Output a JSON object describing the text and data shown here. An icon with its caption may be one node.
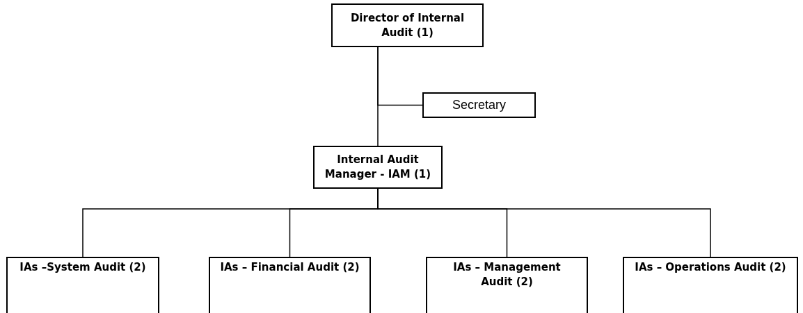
{
  "diagram": {
    "nodes": [
      {
        "text": [
          "Director of Internal Audit (1)"
        ]
      },
      {
        "text": [
          "Secretary"
        ]
      },
      {
        "text": [
          "Internal Audit Manager - IAM (1)"
        ]
      },
      {
        "text": [
          "IAs –System Audit (2)"
        ]
      },
      {
        "text": [
          "IAs – Financial Audit (2)"
        ]
      },
      {
        "text": [
          "IAs – Management Audit (2)"
        ]
      },
      {
        "text": [
          "IAs – Operations Audit (2)"
        ]
      }
    ],
    "edges": [
      {
        "from": 0,
        "to": 2,
        "arrow": "none"
      },
      {
        "from": 0,
        "to": 1,
        "arrow": "none"
      },
      {
        "from": 2,
        "to": 3,
        "arrow": "none"
      },
      {
        "from": 2,
        "to": 4,
        "arrow": "none"
      },
      {
        "from": 2,
        "to": 5,
        "arrow": "none"
      },
      {
        "from": 2,
        "to": 6,
        "arrow": "none"
      }
    ]
  }
}
